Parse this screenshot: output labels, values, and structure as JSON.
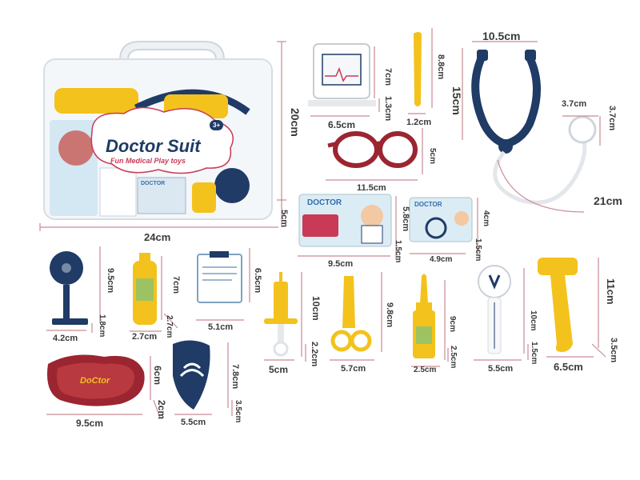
{
  "box": {
    "brand_title": "Doctor Suit",
    "brand_subtitle": "Fun Medical Play toys",
    "age_badge": "3+",
    "card_label": "DOCTOR"
  },
  "cards": {
    "card1_title": "DOCTOR",
    "card2_title": "DOCTOR",
    "kidney_dish_label": "DoCtor"
  },
  "dimensions": {
    "box_height": "20cm",
    "box_width": "24cm",
    "box_depth": "5cm",
    "monitor_w": "6.5cm",
    "monitor_h": "7cm",
    "monitor_d": "1.3cm",
    "spatula_h": "8.8cm",
    "spatula_w": "1.2cm",
    "steth_w": "10.5cm",
    "steth_h": "15cm",
    "steth_length": "21cm",
    "chest_w": "3.7cm",
    "chest_h": "3.7cm",
    "glasses_w": "11.5cm",
    "glasses_h": "5cm",
    "card1_w": "9.5cm",
    "card1_h": "5.8cm",
    "card1_d": "1.5cm",
    "card2_w": "4.9cm",
    "card2_h": "4cm",
    "card2_d": "1.5cm",
    "mirror_h": "9.5cm",
    "mirror_w": "4.2cm",
    "mirror_d": "1.8cm",
    "bottle_h": "7cm",
    "bottle_w": "2.7cm",
    "bottle_d": "2.7cm",
    "clipboard_h": "6.5cm",
    "clipboard_w": "5.1cm",
    "syringe_h": "10cm",
    "syringe_w": "5cm",
    "syringe_d": "2.2cm",
    "scissors_h": "9.8cm",
    "scissors_w": "5.7cm",
    "dropper_h": "9cm",
    "dropper_w": "2.5cm",
    "dropper_d": "2.5cm",
    "bp_h": "10cm",
    "bp_w": "5.5cm",
    "bp_d": "1.5cm",
    "hammer_h": "11cm",
    "hammer_w": "6.5cm",
    "hammer_d": "3.5cm",
    "dish_h": "6cm",
    "dish_w": "9.5cm",
    "dish_d": "2cm",
    "otoscope_h": "7.8cm",
    "otoscope_w": "5.5cm",
    "otoscope_d": "3.5cm"
  },
  "colors": {
    "navy": "#1f3b66",
    "yellow": "#f3c21c",
    "maroon": "#9b2530",
    "dim_line": "#c98a94",
    "white": "#ffffff"
  }
}
